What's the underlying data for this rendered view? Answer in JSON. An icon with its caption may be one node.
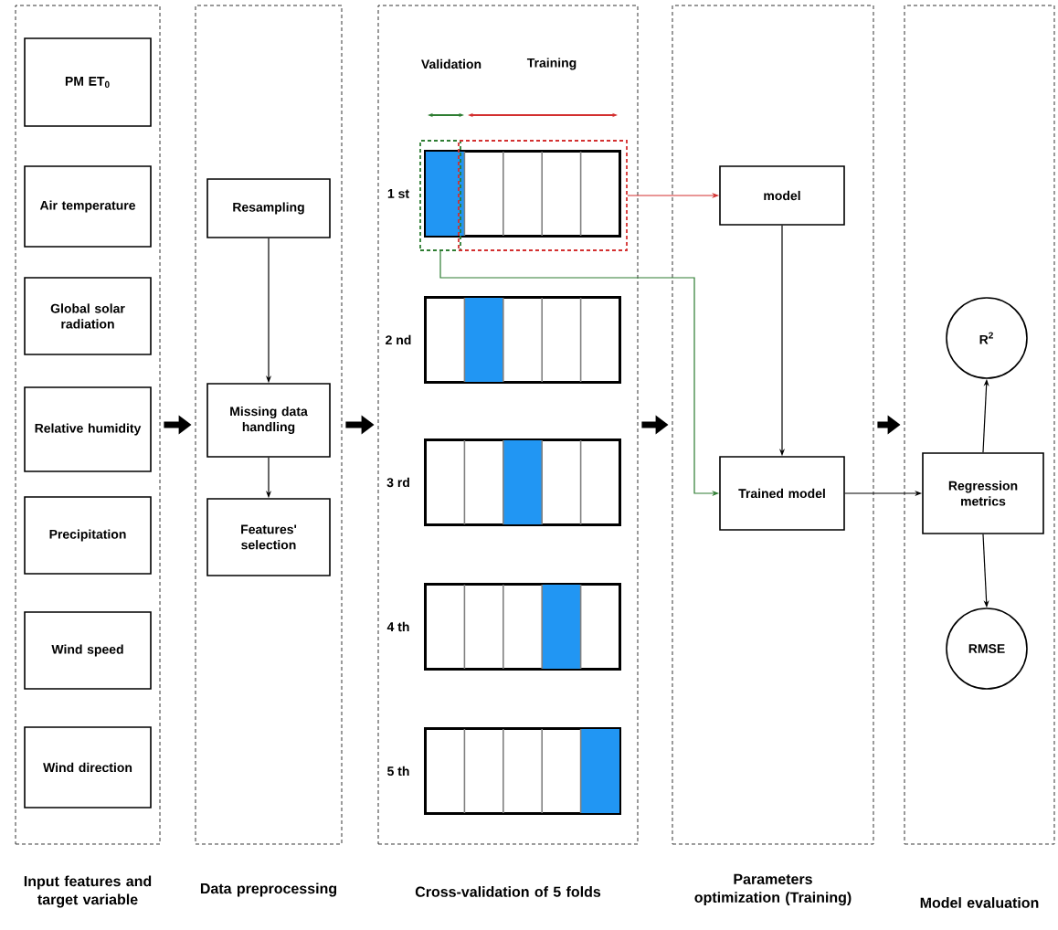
{
  "diagram": {
    "nodes": [
      {
        "text": [
          "Input features and target variable"
        ]
      },
      {
        "text": [
          "PM ET$_{0}$"
        ],
        "in": 0
      },
      {
        "text": [
          "Air temperature"
        ],
        "in": 0
      },
      {
        "text": [
          "Global solar radiation"
        ],
        "in": 0
      },
      {
        "text": [
          "Relative humidity"
        ],
        "in": 0
      },
      {
        "text": [
          "Precipitation"
        ],
        "in": 0
      },
      {
        "text": [
          "Wind speed"
        ],
        "in": 0
      },
      {
        "text": [
          "Wind direction"
        ],
        "in": 0
      },
      {
        "text": [
          "Data preprocessing"
        ]
      },
      {
        "text": [
          "Resampling"
        ],
        "in": 8
      },
      {
        "text": [
          "Missing data handling"
        ],
        "in": 8
      },
      {
        "text": [
          "Features' selection"
        ],
        "in": 8
      },
      {
        "text": [
          "Cross-validation of 5 folds"
        ]
      },
      {
        "text": [],
        "shape": "bar",
        "beside": [
          "1 st"
        ],
        "in": 12
      },
      {
        "text": [],
        "shape": "bar",
        "beside": [
          "2 nd"
        ],
        "in": 12
      },
      {
        "text": [],
        "shape": "bar",
        "beside": [
          "3 rd"
        ],
        "in": 12
      },
      {
        "text": [],
        "shape": "bar",
        "beside": [
          "4 th"
        ],
        "in": 12
      },
      {
        "text": [],
        "shape": "bar",
        "beside": [
          "5 th"
        ],
        "in": 12
      },
      {
        "text": [],
        "shape": "box",
        "in": 12
      },
      {
        "text": [],
        "shape": "box",
        "in": 12
      },
      {
        "text": [
          "Parameters optimization (Training)"
        ]
      },
      {
        "text": [
          "model"
        ],
        "in": 20
      },
      {
        "text": [
          "Trained model"
        ],
        "in": 20
      },
      {
        "text": [
          "Model evaluation"
        ]
      },
      {
        "text": [
          "Regression metrics"
        ],
        "in": 23
      },
      {
        "text": [
          "R$^{2}$"
        ],
        "in": 23
      },
      {
        "text": [
          "RMSE"
        ],
        "in": 23
      }
    ],
    "edges": [
      {
        "from": 0,
        "to": 8,
        "arrow": "to",
        "style": "thick"
      },
      {
        "from": 8,
        "to": 12,
        "arrow": "to",
        "style": "thick"
      },
      {
        "from": 12,
        "to": 20,
        "arrow": "to",
        "style": "thick"
      },
      {
        "from": 20,
        "to": 23,
        "arrow": "to",
        "style": "thick"
      },
      {
        "from": 9,
        "to": 10,
        "arrow": "to"
      },
      {
        "from": 10,
        "to": 11,
        "arrow": "to"
      },
      {
        "from": 19,
        "to": 21,
        "arrow": "to",
        "color": "#d32f2f"
      },
      {
        "from": 18,
        "to": 22,
        "arrow": "to",
        "color": "#2e7d32"
      },
      {
        "from": 21,
        "to": 22,
        "arrow": "to"
      },
      {
        "from": 22,
        "to": 24,
        "arrow": "to"
      },
      {
        "from": 24,
        "to": 25,
        "arrow": "to"
      },
      {
        "from": 24,
        "to": 26,
        "arrow": "to"
      }
    ],
    "labels": [
      "Validation",
      "Training"
    ]
  }
}
